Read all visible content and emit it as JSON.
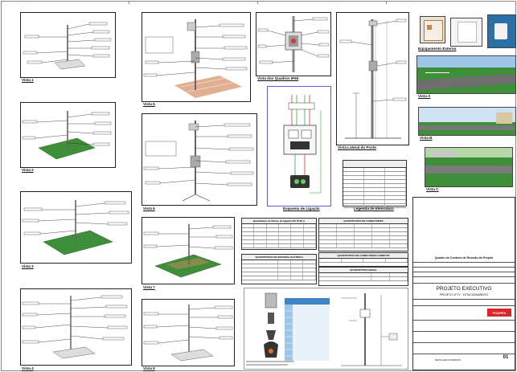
{
  "views": {
    "v1": "Vista 1",
    "v2": "Vista 2",
    "v3": "Vista 3",
    "v4": "Vista 4",
    "v5": "Vista 5",
    "v6": "Vista 6",
    "v7": "Vista 7",
    "v8": "Vista 8",
    "vA": "Vista A",
    "vB": "Vista B",
    "vC": "Vista C"
  },
  "captions": {
    "quadros": "Vista dos Quadros IP66",
    "lateral": "Vista Lateral do Poste",
    "esquema": "Esquema de Ligação",
    "legenda": "Legenda de Eletroduto",
    "equip": "Equipamento Externo"
  },
  "tables": {
    "t1": "Quantitativo de Placas de ligação SIV IP 66-A",
    "t2": "QUANTITATIVO DE CONDUTORES",
    "t3": "QUANTITATIVO DE MATERIAL ELÉTRICO",
    "t4": "QUANTITATIVO DE CONDUTORES CONDUTO",
    "t5": "QUANTITATIVO GERAL"
  },
  "titleblock": {
    "revision": "Quadro de Controle de Revisão do Projeto",
    "project": "PROJETO EXECUTIVO",
    "sub": "PROJETO CFTV - ESTACIONAMENTO",
    "logo": "POUPEX",
    "detail": "DETALHES DIVERSOS",
    "sheet": "01"
  },
  "colors": {
    "grass": "#3f8f3a",
    "pole": "#777777",
    "schema_border": "#5b5bd6",
    "logo": "#d8262c"
  }
}
